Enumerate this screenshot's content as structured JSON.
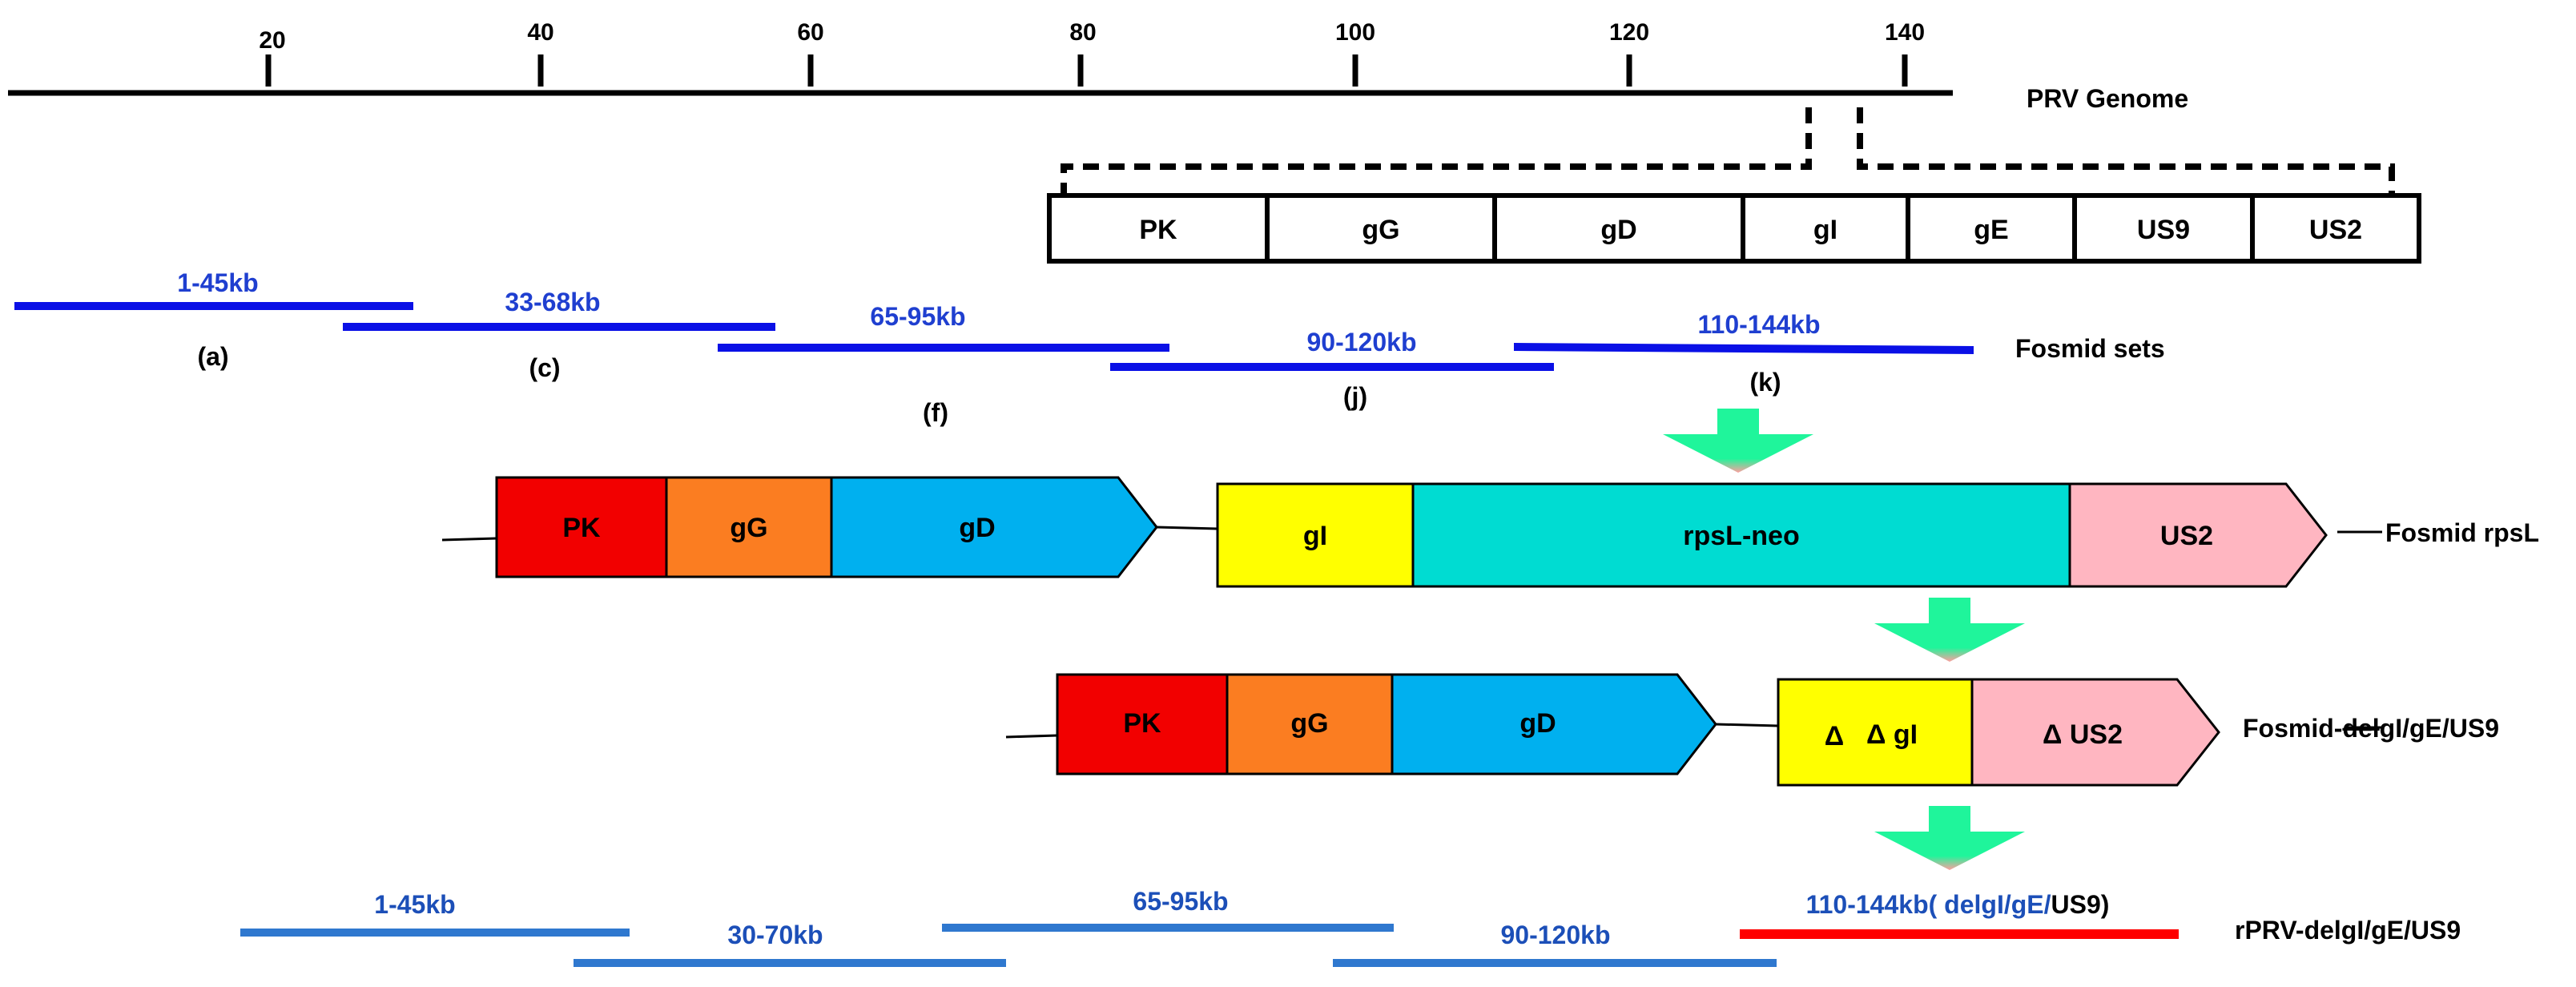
{
  "genome": {
    "label": "PRV Genome",
    "ticks": [
      "20",
      "40",
      "60",
      "80",
      "100",
      "120",
      "140"
    ]
  },
  "zoom_boxes": [
    "PK",
    "gG",
    "gD",
    "gI",
    "gE",
    "US9",
    "US2"
  ],
  "fosmid_sets": {
    "label": "Fosmid sets",
    "segments": [
      {
        "range": "1-45kb",
        "id": "(a)"
      },
      {
        "range": "33-68kb",
        "id": "(c)"
      },
      {
        "range": "65-95kb",
        "id": "(f)"
      },
      {
        "range": "90-120kb",
        "id": "(j)"
      },
      {
        "range": "110-144kb",
        "id": "(k)"
      }
    ]
  },
  "fosmid_rpsl": {
    "label": "Fosmid rpsL",
    "genes": [
      "PK",
      "gG",
      "gD",
      "gI",
      "rpsL-neo",
      "US2"
    ]
  },
  "fosmid_del": {
    "label_pre": "Fosmid-",
    "label_strike": "del",
    "label_post": "gI/gE/US9",
    "genes": [
      "PK",
      "gG",
      "gD",
      "Δ",
      "Δ gI",
      "Δ US2"
    ]
  },
  "rprv": {
    "label": "rPRV-delgI/gE/US9",
    "segments": [
      "1-45kb",
      "30-70kb",
      "65-95kb",
      "90-120kb"
    ],
    "final_pre": "110-144kb( ",
    "final_mid": "delgI/gE/",
    "final_post": "US9)"
  },
  "colors": {
    "pk": "#f20000",
    "gg": "#fb7d21",
    "gd": "#00b0ef",
    "gi": "#ffff00",
    "rpsl": "#00dcd2",
    "us2": "#ffb6c1",
    "arrow": "#1ff59b",
    "fosmid_blue": "#0a10e6",
    "rprv_blue": "#2f78cf",
    "rprv_red": "#ff0000"
  }
}
